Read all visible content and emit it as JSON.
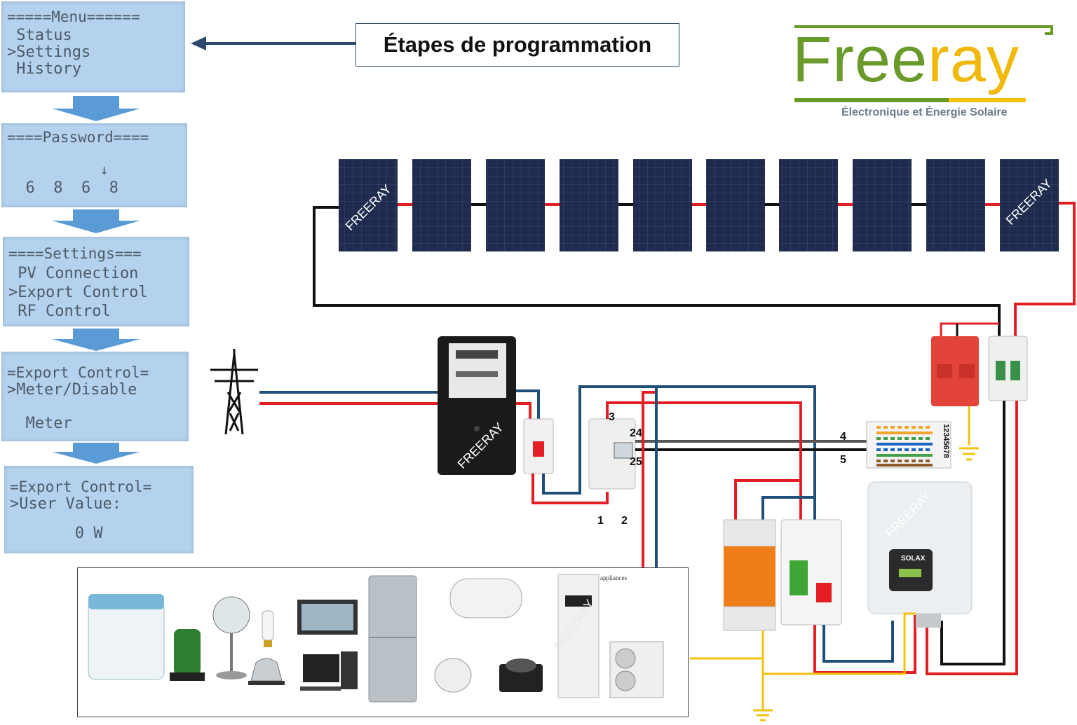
{
  "title": "Étapes de programmation",
  "brand": {
    "name_green": "Free",
    "name_yellow": "ray",
    "tagline": "Électronique et Énergie Solaire"
  },
  "screens": [
    {
      "lines": [
        "=====Menu======",
        " Status",
        ">Settings",
        " History"
      ]
    },
    {
      "lines": [
        "====Password====",
        "           ↓",
        "  6  8  6  8"
      ]
    },
    {
      "lines": [
        "====Settings===",
        " PV Connection",
        ">Export Control",
        " RF Control"
      ]
    },
    {
      "lines": [
        "=Export Control=",
        ">Meter/Disable",
        "  Meter"
      ]
    },
    {
      "lines": [
        "=Export Control=",
        ">User Value:",
        "       0 W"
      ]
    }
  ],
  "watermark": "FREERAY",
  "meter_terminals": [
    "3",
    "24",
    "25",
    "1",
    "2"
  ],
  "cable_pins": [
    "4",
    "5"
  ],
  "rj45_pins": "12345678",
  "inverter_brand": "SOLAX",
  "appliances_caption": "appliances",
  "colors": {
    "lcd": "#b4d2ee",
    "arrow": "#5b9bd5",
    "red": "#e31e24",
    "blue": "#1f4e79",
    "yellow": "#f4c20d",
    "black": "#111111"
  }
}
